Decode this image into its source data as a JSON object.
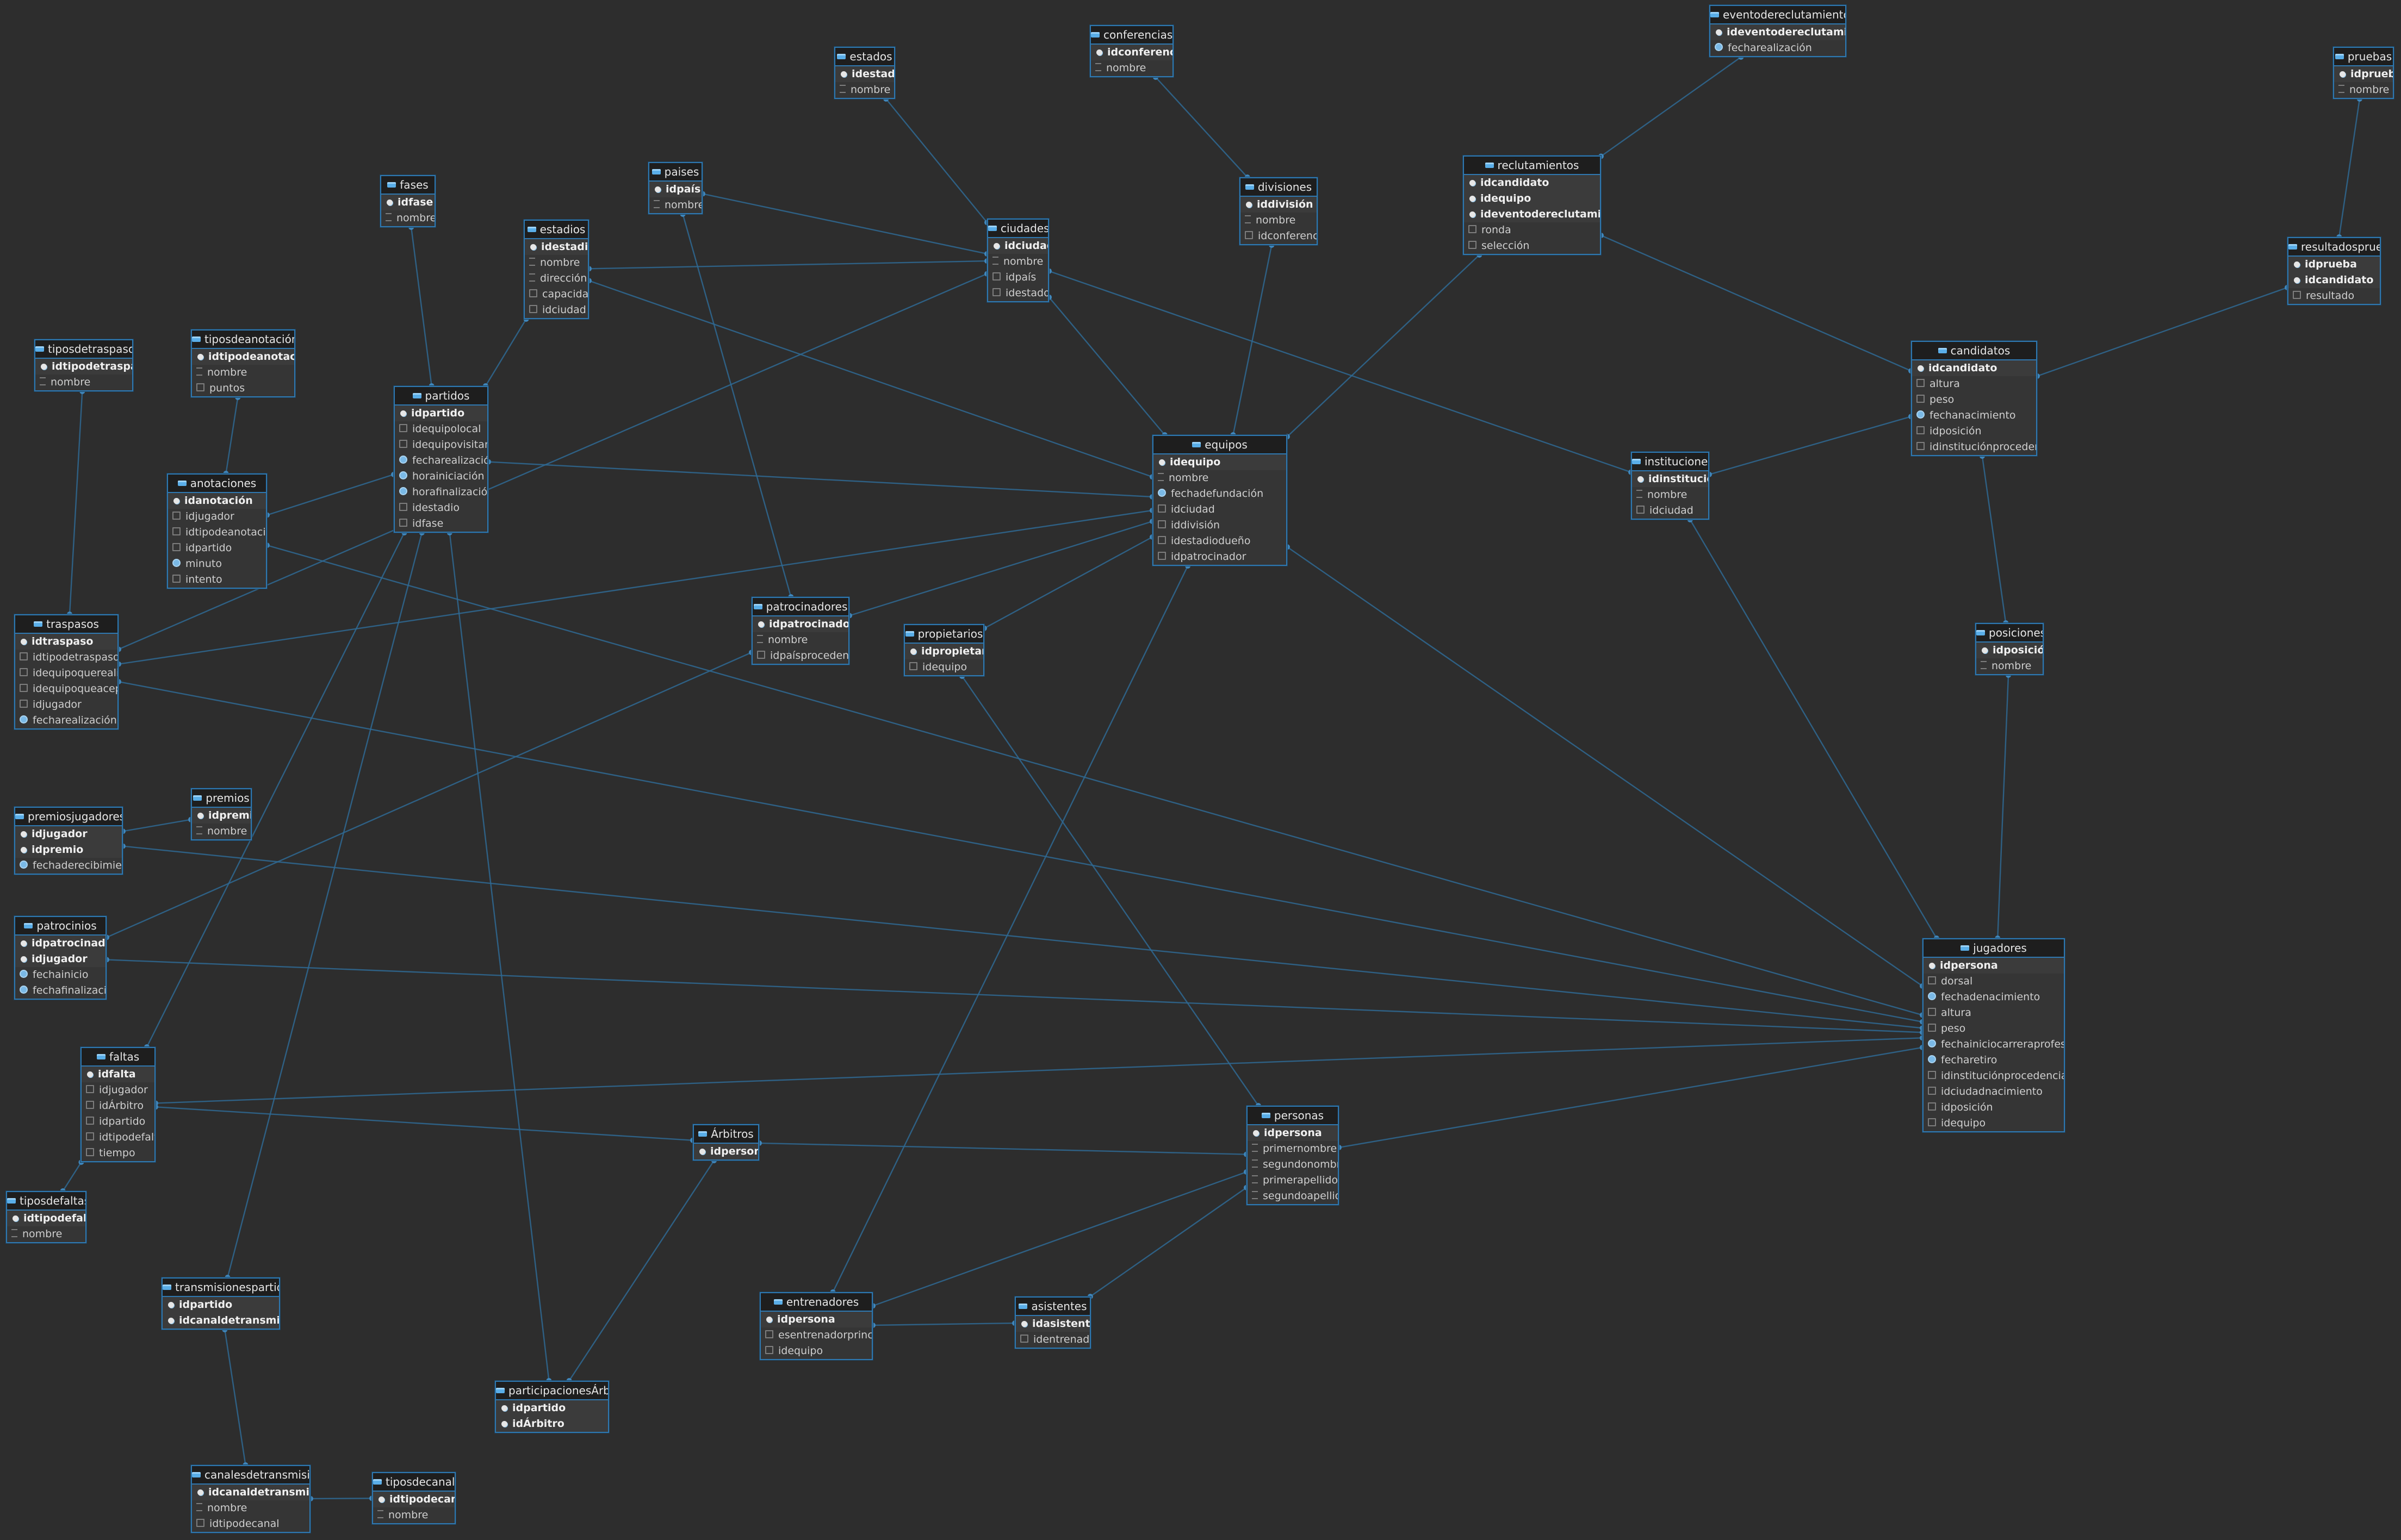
{
  "diagram": {
    "entities": [
      {
        "id": "estados",
        "title": "estados",
        "columns": [
          {
            "name": "idestado",
            "pk": true,
            "type": "key"
          },
          {
            "name": "nombre",
            "type": "txt"
          }
        ]
      },
      {
        "id": "conferencias",
        "title": "conferencias",
        "columns": [
          {
            "name": "idconferencia",
            "pk": true,
            "type": "key"
          },
          {
            "name": "nombre",
            "type": "txt"
          }
        ]
      },
      {
        "id": "eventodereclutamiento",
        "title": "eventodereclutamiento",
        "columns": [
          {
            "name": "ideventodereclutamiento",
            "pk": true,
            "type": "key"
          },
          {
            "name": "fecharealización",
            "type": "date"
          }
        ]
      },
      {
        "id": "pruebas",
        "title": "pruebas",
        "columns": [
          {
            "name": "idprueba",
            "pk": true,
            "type": "key"
          },
          {
            "name": "nombre",
            "type": "txt"
          }
        ]
      },
      {
        "id": "paises",
        "title": "paises",
        "columns": [
          {
            "name": "idpaís",
            "pk": true,
            "type": "key"
          },
          {
            "name": "nombre",
            "type": "txt"
          }
        ]
      },
      {
        "id": "fases",
        "title": "fases",
        "columns": [
          {
            "name": "idfase",
            "pk": true,
            "type": "key"
          },
          {
            "name": "nombre",
            "type": "txt"
          }
        ]
      },
      {
        "id": "estadios",
        "title": "estadios",
        "columns": [
          {
            "name": "idestadio",
            "pk": true,
            "type": "key"
          },
          {
            "name": "nombre",
            "type": "txt"
          },
          {
            "name": "dirección",
            "type": "txt"
          },
          {
            "name": "capacidad",
            "type": "num"
          },
          {
            "name": "idciudad",
            "type": "num"
          }
        ]
      },
      {
        "id": "ciudades",
        "title": "ciudades",
        "columns": [
          {
            "name": "idciudad",
            "pk": true,
            "type": "key"
          },
          {
            "name": "nombre",
            "type": "txt"
          },
          {
            "name": "idpaís",
            "type": "num"
          },
          {
            "name": "idestado",
            "type": "num"
          }
        ]
      },
      {
        "id": "divisiones",
        "title": "divisiones",
        "columns": [
          {
            "name": "iddivisión",
            "pk": true,
            "type": "key"
          },
          {
            "name": "nombre",
            "type": "txt"
          },
          {
            "name": "idconferencia",
            "type": "num"
          }
        ]
      },
      {
        "id": "reclutamientos",
        "title": "reclutamientos",
        "columns": [
          {
            "name": "idcandidato",
            "pk": true,
            "type": "key"
          },
          {
            "name": "idequipo",
            "pk": true,
            "type": "key"
          },
          {
            "name": "ideventodereclutamiento",
            "pk": true,
            "type": "key"
          },
          {
            "name": "ronda",
            "type": "num"
          },
          {
            "name": "selección",
            "type": "num"
          }
        ]
      },
      {
        "id": "resultadospruebas",
        "title": "resultadospruebas",
        "columns": [
          {
            "name": "idprueba",
            "pk": true,
            "type": "key"
          },
          {
            "name": "idcandidato",
            "pk": true,
            "type": "key"
          },
          {
            "name": "resultado",
            "type": "num"
          }
        ]
      },
      {
        "id": "tiposdetraspasos",
        "title": "tiposdetraspasos",
        "columns": [
          {
            "name": "idtipodetraspaso",
            "pk": true,
            "type": "key"
          },
          {
            "name": "nombre",
            "type": "txt"
          }
        ]
      },
      {
        "id": "tiposdeanotacion",
        "title": "tiposdeanotación",
        "columns": [
          {
            "name": "idtipodeanotación",
            "pk": true,
            "type": "key"
          },
          {
            "name": "nombre",
            "type": "txt"
          },
          {
            "name": "puntos",
            "type": "num"
          }
        ]
      },
      {
        "id": "partidos",
        "title": "partidos",
        "columns": [
          {
            "name": "idpartido",
            "pk": true,
            "type": "key"
          },
          {
            "name": "idequipolocal",
            "type": "num"
          },
          {
            "name": "idequipovisitante",
            "type": "num"
          },
          {
            "name": "fecharealización",
            "type": "date"
          },
          {
            "name": "horainiciación",
            "type": "date"
          },
          {
            "name": "horafinalización",
            "type": "date"
          },
          {
            "name": "idestadio",
            "type": "num"
          },
          {
            "name": "idfase",
            "type": "num"
          }
        ]
      },
      {
        "id": "candidatos",
        "title": "candidatos",
        "columns": [
          {
            "name": "idcandidato",
            "pk": true,
            "type": "key"
          },
          {
            "name": "altura",
            "type": "num"
          },
          {
            "name": "peso",
            "type": "num"
          },
          {
            "name": "fechanacimiento",
            "type": "date"
          },
          {
            "name": "idposición",
            "type": "num"
          },
          {
            "name": "idinstituciónprocedencia",
            "type": "num"
          }
        ]
      },
      {
        "id": "equipos",
        "title": "equipos",
        "columns": [
          {
            "name": "idequipo",
            "pk": true,
            "type": "key"
          },
          {
            "name": "nombre",
            "type": "txt"
          },
          {
            "name": "fechadefundación",
            "type": "date"
          },
          {
            "name": "idciudad",
            "type": "num"
          },
          {
            "name": "iddivisión",
            "type": "num"
          },
          {
            "name": "idestadiodueño",
            "type": "num"
          },
          {
            "name": "idpatrocinador",
            "type": "num"
          }
        ]
      },
      {
        "id": "instituciones",
        "title": "instituciones",
        "columns": [
          {
            "name": "idinstitución",
            "pk": true,
            "type": "key"
          },
          {
            "name": "nombre",
            "type": "txt"
          },
          {
            "name": "idciudad",
            "type": "num"
          }
        ]
      },
      {
        "id": "anotaciones",
        "title": "anotaciones",
        "columns": [
          {
            "name": "idanotación",
            "pk": true,
            "type": "key"
          },
          {
            "name": "idjugador",
            "type": "num"
          },
          {
            "name": "idtipodeanotación",
            "type": "num"
          },
          {
            "name": "idpartido",
            "type": "num"
          },
          {
            "name": "minuto",
            "type": "date"
          },
          {
            "name": "intento",
            "type": "num"
          }
        ]
      },
      {
        "id": "traspasos",
        "title": "traspasos",
        "columns": [
          {
            "name": "idtraspaso",
            "pk": true,
            "type": "key"
          },
          {
            "name": "idtipodetraspaso",
            "type": "num"
          },
          {
            "name": "idequipoquerealiza",
            "type": "num"
          },
          {
            "name": "idequipoqueacepta",
            "type": "num"
          },
          {
            "name": "idjugador",
            "type": "num"
          },
          {
            "name": "fecharealización",
            "type": "date"
          }
        ]
      },
      {
        "id": "patrocinadores",
        "title": "patrocinadores",
        "columns": [
          {
            "name": "idpatrocinador",
            "pk": true,
            "type": "key"
          },
          {
            "name": "nombre",
            "type": "txt"
          },
          {
            "name": "idpaísprocedencia",
            "type": "num"
          }
        ]
      },
      {
        "id": "propietarios",
        "title": "propietarios",
        "columns": [
          {
            "name": "idpropietario",
            "pk": true,
            "type": "key"
          },
          {
            "name": "idequipo",
            "type": "num"
          }
        ]
      },
      {
        "id": "posiciones",
        "title": "posiciones",
        "columns": [
          {
            "name": "idposición",
            "pk": true,
            "type": "key"
          },
          {
            "name": "nombre",
            "type": "txt"
          }
        ]
      },
      {
        "id": "premios",
        "title": "premios",
        "columns": [
          {
            "name": "idpremio",
            "pk": true,
            "type": "key"
          },
          {
            "name": "nombre",
            "type": "txt"
          }
        ]
      },
      {
        "id": "premiosjugadores",
        "title": "premiosjugadores",
        "columns": [
          {
            "name": "idjugador",
            "pk": true,
            "type": "key"
          },
          {
            "name": "idpremio",
            "pk": true,
            "type": "key"
          },
          {
            "name": "fechaderecibimiento",
            "type": "date"
          }
        ]
      },
      {
        "id": "patrocinios",
        "title": "patrocinios",
        "columns": [
          {
            "name": "idpatrocinador",
            "pk": true,
            "type": "key"
          },
          {
            "name": "idjugador",
            "pk": true,
            "type": "key"
          },
          {
            "name": "fechainicio",
            "type": "date"
          },
          {
            "name": "fechafinalización",
            "type": "date"
          }
        ]
      },
      {
        "id": "jugadores",
        "title": "jugadores",
        "columns": [
          {
            "name": "idpersona",
            "pk": true,
            "type": "key"
          },
          {
            "name": "dorsal",
            "type": "num"
          },
          {
            "name": "fechadenacimiento",
            "type": "date"
          },
          {
            "name": "altura",
            "type": "num"
          },
          {
            "name": "peso",
            "type": "num"
          },
          {
            "name": "fechainiciocarreraprofesional",
            "type": "date"
          },
          {
            "name": "fecharetiro",
            "type": "date"
          },
          {
            "name": "idinstituciónprocedencia",
            "type": "num"
          },
          {
            "name": "idciudadnacimiento",
            "type": "num"
          },
          {
            "name": "idposición",
            "type": "num"
          },
          {
            "name": "idequipo",
            "type": "num"
          }
        ]
      },
      {
        "id": "faltas",
        "title": "faltas",
        "columns": [
          {
            "name": "idfalta",
            "pk": true,
            "type": "key"
          },
          {
            "name": "idjugador",
            "type": "num"
          },
          {
            "name": "idÁrbitro",
            "type": "num"
          },
          {
            "name": "idpartido",
            "type": "num"
          },
          {
            "name": "idtipodefalta",
            "type": "num"
          },
          {
            "name": "tiempo",
            "type": "num"
          }
        ]
      },
      {
        "id": "arbitros",
        "title": "Árbitros",
        "columns": [
          {
            "name": "idpersona",
            "pk": true,
            "type": "key"
          }
        ]
      },
      {
        "id": "personas",
        "title": "personas",
        "columns": [
          {
            "name": "idpersona",
            "pk": true,
            "type": "key"
          },
          {
            "name": "primernombre",
            "type": "txt"
          },
          {
            "name": "segundonombre",
            "type": "txt"
          },
          {
            "name": "primerapellido",
            "type": "txt"
          },
          {
            "name": "segundoapellido",
            "type": "txt"
          }
        ]
      },
      {
        "id": "tiposdefaltas",
        "title": "tiposdefaltas",
        "columns": [
          {
            "name": "idtipodefalta",
            "pk": true,
            "type": "key"
          },
          {
            "name": "nombre",
            "type": "txt"
          }
        ]
      },
      {
        "id": "transmisionespartidos",
        "title": "transmisionespartidos",
        "columns": [
          {
            "name": "idpartido",
            "pk": true,
            "type": "key"
          },
          {
            "name": "idcanaldetransmisión",
            "pk": true,
            "type": "key"
          }
        ]
      },
      {
        "id": "entrenadores",
        "title": "entrenadores",
        "columns": [
          {
            "name": "idpersona",
            "pk": true,
            "type": "key"
          },
          {
            "name": "esentrenadorprincipal",
            "type": "num"
          },
          {
            "name": "idequipo",
            "type": "num"
          }
        ]
      },
      {
        "id": "asistentes",
        "title": "asistentes",
        "columns": [
          {
            "name": "idasistente",
            "pk": true,
            "type": "key"
          },
          {
            "name": "identrenador",
            "type": "num"
          }
        ]
      },
      {
        "id": "participacionesarbitros",
        "title": "participacionesÁrbitros",
        "columns": [
          {
            "name": "idpartido",
            "pk": true,
            "type": "key"
          },
          {
            "name": "idÁrbitro",
            "pk": true,
            "type": "key"
          }
        ]
      },
      {
        "id": "canalesdetransmision",
        "title": "canalesdetransmisión",
        "columns": [
          {
            "name": "idcanaldetransmisión",
            "pk": true,
            "type": "key"
          },
          {
            "name": "nombre",
            "type": "txt"
          },
          {
            "name": "idtipodecanal",
            "type": "num"
          }
        ]
      },
      {
        "id": "tiposdecanales",
        "title": "tiposdecanales",
        "columns": [
          {
            "name": "idtipodecanal",
            "pk": true,
            "type": "key"
          },
          {
            "name": "nombre",
            "type": "txt"
          }
        ]
      }
    ],
    "relations": [
      [
        "ciudades",
        "estados"
      ],
      [
        "ciudades",
        "paises"
      ],
      [
        "estadios",
        "ciudades"
      ],
      [
        "divisiones",
        "conferencias"
      ],
      [
        "reclutamientos",
        "eventodereclutamiento"
      ],
      [
        "resultadospruebas",
        "pruebas"
      ],
      [
        "partidos",
        "fases"
      ],
      [
        "partidos",
        "estadios"
      ],
      [
        "partidos",
        "equipos"
      ],
      [
        "equipos",
        "ciudades"
      ],
      [
        "equipos",
        "divisiones"
      ],
      [
        "equipos",
        "reclutamientos"
      ],
      [
        "equipos",
        "estadios"
      ],
      [
        "instituciones",
        "ciudades"
      ],
      [
        "candidatos",
        "instituciones"
      ],
      [
        "candidatos",
        "reclutamientos"
      ],
      [
        "candidatos",
        "resultadospruebas"
      ],
      [
        "candidatos",
        "posiciones"
      ],
      [
        "anotaciones",
        "tiposdeanotacion"
      ],
      [
        "anotaciones",
        "partidos"
      ],
      [
        "anotaciones",
        "jugadores"
      ],
      [
        "traspasos",
        "tiposdetraspasos"
      ],
      [
        "traspasos",
        "equipos"
      ],
      [
        "traspasos",
        "jugadores"
      ],
      [
        "patrocinadores",
        "paises"
      ],
      [
        "equipos",
        "patrocinadores"
      ],
      [
        "propietarios",
        "equipos"
      ],
      [
        "propietarios",
        "personas"
      ],
      [
        "premiosjugadores",
        "premios"
      ],
      [
        "premiosjugadores",
        "jugadores"
      ],
      [
        "patrocinios",
        "patrocinadores"
      ],
      [
        "patrocinios",
        "jugadores"
      ],
      [
        "jugadores",
        "posiciones"
      ],
      [
        "jugadores",
        "instituciones"
      ],
      [
        "jugadores",
        "equipos"
      ],
      [
        "jugadores",
        "personas"
      ],
      [
        "faltas",
        "partidos"
      ],
      [
        "faltas",
        "arbitros"
      ],
      [
        "faltas",
        "jugadores"
      ],
      [
        "faltas",
        "tiposdefaltas"
      ],
      [
        "arbitros",
        "personas"
      ],
      [
        "transmisionespartidos",
        "partidos"
      ],
      [
        "transmisionespartidos",
        "canalesdetransmision"
      ],
      [
        "canalesdetransmision",
        "tiposdecanales"
      ],
      [
        "entrenadores",
        "personas"
      ],
      [
        "entrenadores",
        "equipos"
      ],
      [
        "asistentes",
        "entrenadores"
      ],
      [
        "asistentes",
        "personas"
      ],
      [
        "participacionesarbitros",
        "partidos"
      ],
      [
        "participacionesarbitros",
        "arbitros"
      ],
      [
        "traspasos",
        "ciudades"
      ]
    ]
  }
}
